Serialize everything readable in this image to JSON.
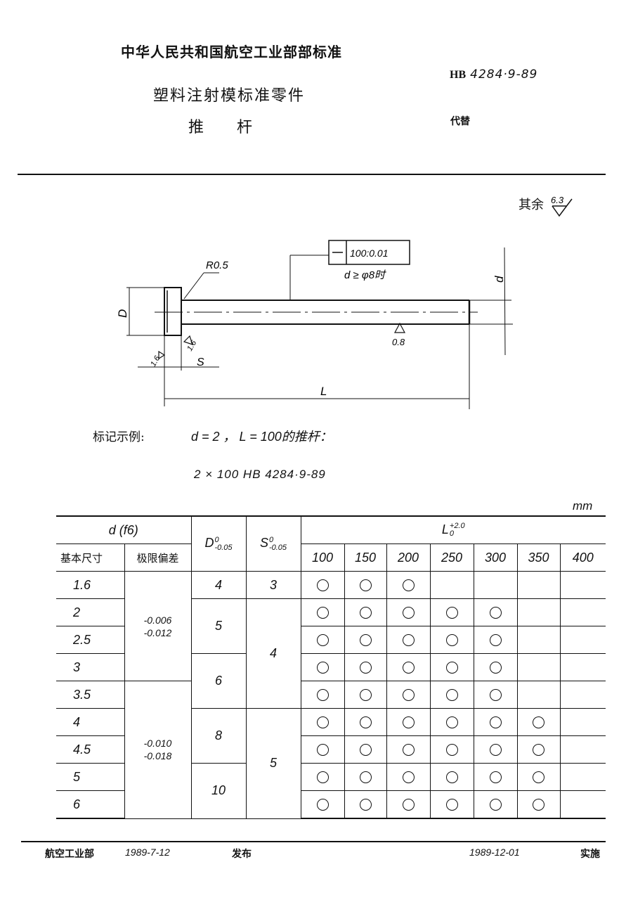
{
  "header": {
    "organization": "中华人民共和国航空工业部部标准",
    "title": "塑料注射模标准零件",
    "subtitle": "推 杆",
    "standard_prefix": "HB",
    "standard_number": "4284·9-89",
    "replaces_label": "代替"
  },
  "roughness_rest": {
    "label": "其余",
    "value": "6.3"
  },
  "drawing": {
    "radius_label": "R0.5",
    "straightness_symbol": "—",
    "straightness_value": "100:0.01",
    "straightness_note": "d ≥ φ8时",
    "dim_D": "D",
    "dim_d": "d",
    "dim_S": "S",
    "dim_L": "L",
    "roughness_head_face": "1.6",
    "roughness_head_under": "1.6",
    "roughness_shank": "0.8"
  },
  "marking_example": {
    "label": "标记示例:",
    "text": "d = 2 ， L = 100的推杆：",
    "code": "2 × 100  HB 4284·9-89"
  },
  "table": {
    "unit": "mm",
    "headers": {
      "d": "d (f6)",
      "d_basic": "基本尺寸",
      "d_tolerance": "极限偏差",
      "D": "D",
      "D_tol_upper": "0",
      "D_tol_lower": "-0.05",
      "S": "S",
      "S_tol_upper": "0",
      "S_tol_lower": "-0.05",
      "L": "L",
      "L_tol_upper": "+2.0",
      "L_tol_lower": "0",
      "L_values": [
        "100",
        "150",
        "200",
        "250",
        "300",
        "350",
        "400"
      ]
    },
    "tolerance_groups": [
      {
        "upper": "-0.006",
        "lower": "-0.012"
      },
      {
        "upper": "-0.010",
        "lower": "-0.018"
      }
    ],
    "D_groups": [
      "4",
      "5",
      "6",
      "8",
      "10"
    ],
    "S_groups": [
      "3",
      "4",
      "5"
    ],
    "rows": [
      {
        "d": "1.6",
        "avail": [
          true,
          true,
          true,
          false,
          false,
          false,
          false
        ]
      },
      {
        "d": "2",
        "avail": [
          true,
          true,
          true,
          true,
          true,
          false,
          false
        ]
      },
      {
        "d": "2.5",
        "avail": [
          true,
          true,
          true,
          true,
          true,
          false,
          false
        ]
      },
      {
        "d": "3",
        "avail": [
          true,
          true,
          true,
          true,
          true,
          false,
          false
        ]
      },
      {
        "d": "3.5",
        "avail": [
          true,
          true,
          true,
          true,
          true,
          false,
          false
        ]
      },
      {
        "d": "4",
        "avail": [
          true,
          true,
          true,
          true,
          true,
          true,
          false
        ]
      },
      {
        "d": "4.5",
        "avail": [
          true,
          true,
          true,
          true,
          true,
          true,
          false
        ]
      },
      {
        "d": "5",
        "avail": [
          true,
          true,
          true,
          true,
          true,
          true,
          false
        ]
      },
      {
        "d": "6",
        "avail": [
          true,
          true,
          true,
          true,
          true,
          true,
          false
        ]
      }
    ]
  },
  "footer": {
    "issuer": "航空工业部",
    "issue_date": "1989-7-12",
    "issue_label": "发布",
    "effective_date": "1989-12-01",
    "effective_label": "实施"
  }
}
